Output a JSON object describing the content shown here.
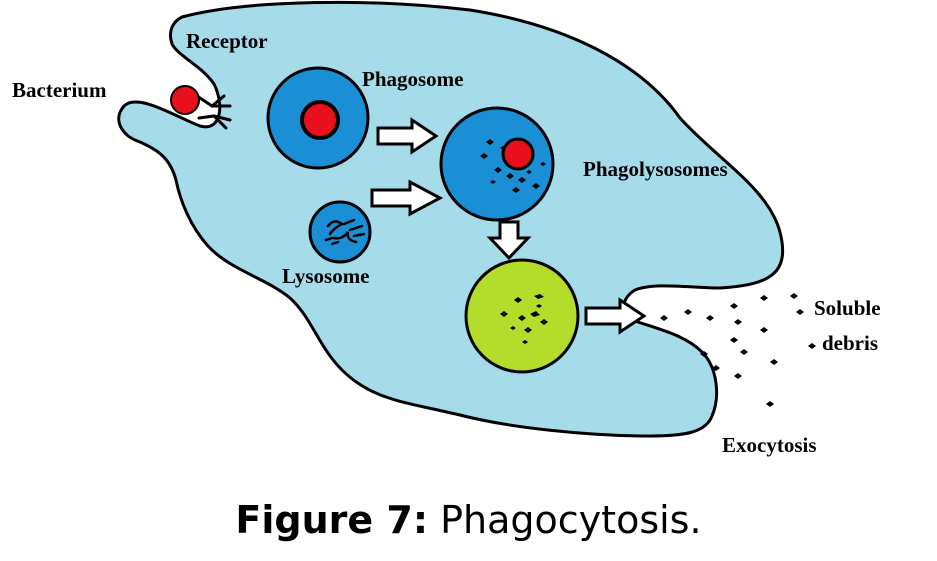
{
  "labels": {
    "receptor": "Receptor",
    "bacterium": "Bacterium",
    "phagosome": "Phagosome",
    "phagolysosomes": "Phagolysosomes",
    "lysosome": "Lysosome",
    "soluble": "Soluble",
    "debris": "debris",
    "exocytosis": "Exocytosis"
  },
  "caption": {
    "label": "Figure 7:",
    "text": "Phagocytosis."
  },
  "colors": {
    "cytoplasm": "#a6dbea",
    "vesicle": "#1a8fd6",
    "bacterium": "#e8101c",
    "residual_body": "#b3dd2a",
    "outline": "#000000"
  }
}
